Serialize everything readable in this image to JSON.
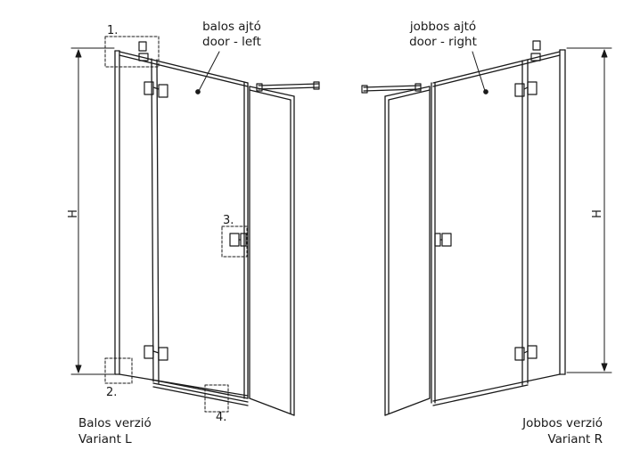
{
  "left": {
    "label_hu": "balos ajtó",
    "label_en": "door - left",
    "caption_hu": "Balos verzió",
    "caption_en": "Variant L",
    "height_label": "H",
    "callouts": [
      "1.",
      "2.",
      "3.",
      "4."
    ]
  },
  "right": {
    "label_hu": "jobbos ajtó",
    "label_en": "door - right",
    "caption_hu": "Jobbos verzió",
    "caption_en": "Variant R",
    "height_label": "H"
  }
}
